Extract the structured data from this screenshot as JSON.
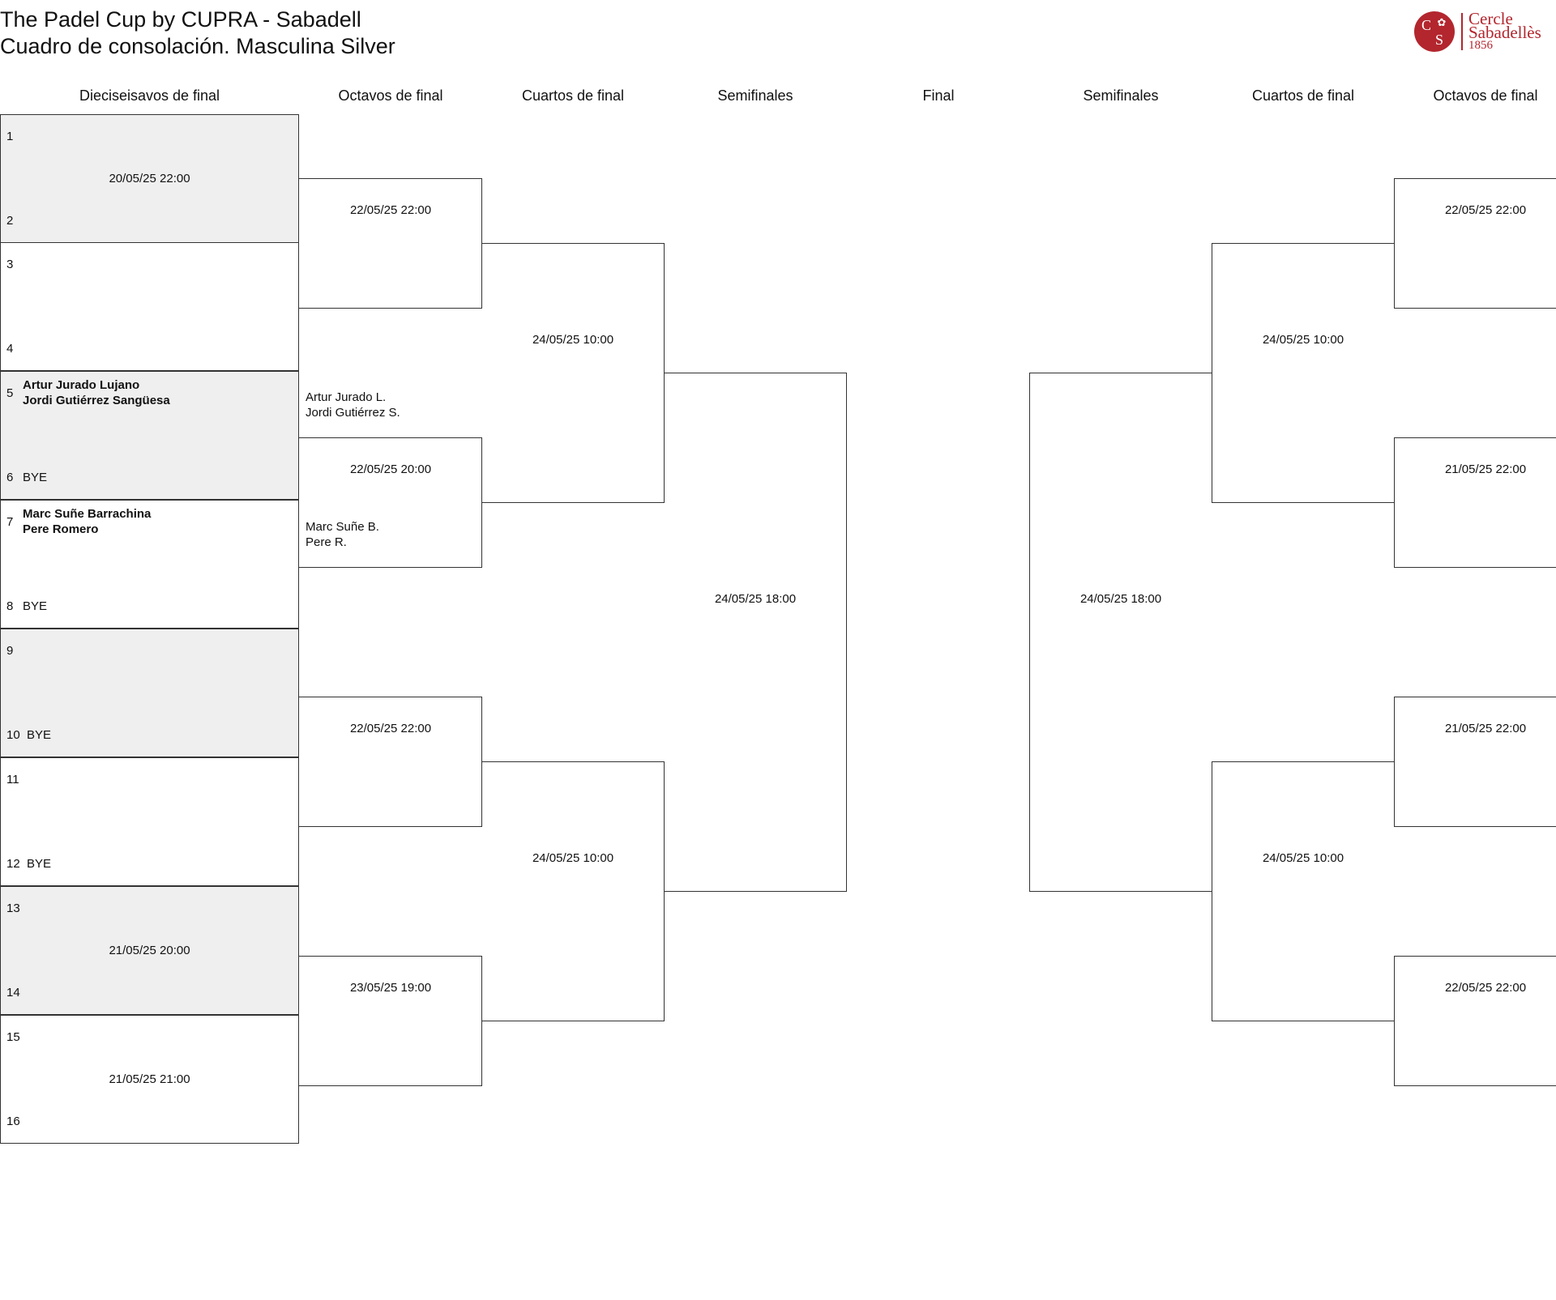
{
  "header": {
    "title_line1": "The Padel Cup by CUPRA - Sabadell",
    "title_line2": "Cuadro de consolación. Masculina Silver"
  },
  "logo": {
    "monogram_c": "C",
    "monogram_s": "S",
    "line1": "Cercle",
    "line2": "Sabadellès",
    "year": "1856",
    "color": "#b3262e"
  },
  "rounds": {
    "r32": "Dieciseisavos de final",
    "r16_left": "Octavos de final",
    "qf_left": "Cuartos de final",
    "sf_left": "Semifinales",
    "final": "Final",
    "sf_right": "Semifinales",
    "qf_right": "Cuartos de final",
    "r16_right": "Octavos de final"
  },
  "slots": [
    {
      "num": "1"
    },
    {
      "num": "2"
    },
    {
      "num": "3"
    },
    {
      "num": "4"
    },
    {
      "num": "5",
      "team_line1": "Artur Jurado Lujano",
      "team_line2": "Jordi Gutiérrez Sangüesa"
    },
    {
      "num": "6",
      "bye": "BYE"
    },
    {
      "num": "7",
      "team_line1": "Marc Suñe Barrachina",
      "team_line2": "Pere Romero"
    },
    {
      "num": "8",
      "bye": "BYE"
    },
    {
      "num": "9"
    },
    {
      "num": "10",
      "bye": "BYE"
    },
    {
      "num": "11"
    },
    {
      "num": "12",
      "bye": "BYE"
    },
    {
      "num": "13"
    },
    {
      "num": "14"
    },
    {
      "num": "15"
    },
    {
      "num": "16"
    }
  ],
  "r32_dates": [
    "20/05/25 22:00",
    "",
    "",
    "",
    "",
    "",
    "21/05/25 20:00",
    "21/05/25 21:00"
  ],
  "r16_left": [
    {
      "date": "22/05/25 22:00"
    },
    {
      "date": "22/05/25 20:00",
      "top_line1": "Artur Jurado L.",
      "top_line2": "Jordi Gutiérrez S.",
      "bottom_line1": "Marc Suñe B.",
      "bottom_line2": "Pere R."
    },
    {
      "date": "22/05/25 22:00"
    },
    {
      "date": "23/05/25 19:00"
    }
  ],
  "qf_left": [
    "24/05/25 10:00",
    "24/05/25 10:00"
  ],
  "sf_left": "24/05/25 18:00",
  "sf_right": "24/05/25 18:00",
  "qf_right": [
    "24/05/25 10:00",
    "24/05/25 10:00"
  ],
  "r16_right": [
    "22/05/25 22:00",
    "21/05/25 22:00",
    "21/05/25 22:00",
    "22/05/25 22:00"
  ]
}
